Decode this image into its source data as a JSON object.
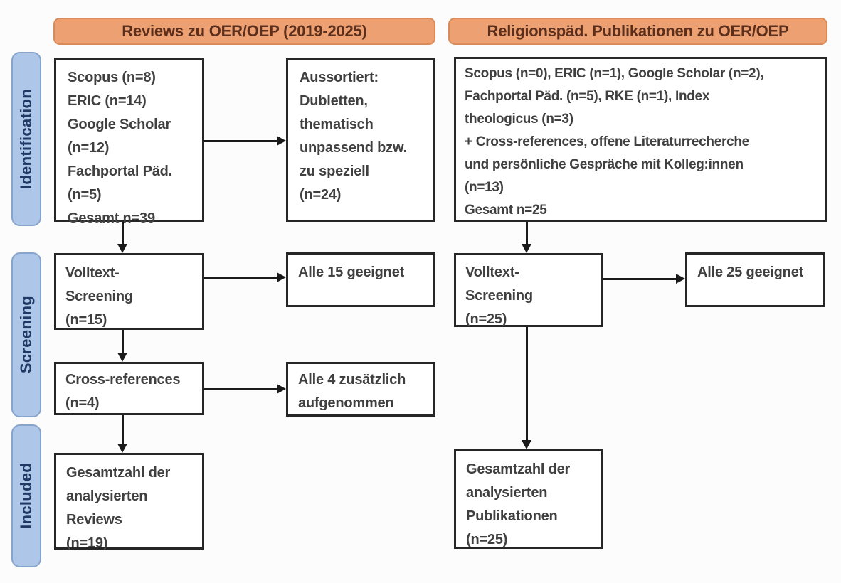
{
  "headers": {
    "left": "Reviews zu OER/OEP (2019-2025)",
    "right": "Religionspäd. Publikationen zu OER/OEP"
  },
  "stages": [
    "Identification",
    "Screening",
    "Included"
  ],
  "left_flow": {
    "sources": "Scopus (n=8)\nERIC (n=14)\nGoogle Scholar\n(n=12)\nFachportal Päd.\n(n=5)\nGesamt n=39",
    "excluded": "Aussortiert:\nDubletten,\nthematisch\nunpassend bzw.\nzu speziell\n(n=24)",
    "fulltext": "Volltext-\nScreening\n(n=15)",
    "fulltext_result": "Alle 15 geeignet",
    "crossref": "Cross-references\n(n=4)",
    "crossref_result": "Alle 4 zusätzlich\naufgenommen",
    "included": "Gesamtzahl der\nanalysierten\nReviews\n(n=19)"
  },
  "right_flow": {
    "sources": "Scopus (n=0), ERIC (n=1), Google Scholar (n=2),\nFachportal Päd. (n=5), RKE (n=1), Index\ntheologicus (n=3)\n+ Cross-references, offene Literaturrecherche\nund persönliche Gespräche mit Kolleg:innen\n(n=13)\nGesamt n=25",
    "fulltext": "Volltext-\nScreening\n(n=25)",
    "fulltext_result": "Alle 25 geeignet",
    "included": "Gesamtzahl der\nanalysierten\nPublikationen\n(n=25)"
  },
  "colors": {
    "background": "#fcfcfc",
    "header_fill": "#eda172",
    "header_border": "#d98a58",
    "header_text": "#5c2e1c",
    "stage_fill": "#aec6e8",
    "stage_border": "#87a4cc",
    "stage_text": "#1f3864",
    "box_border": "#262626",
    "box_text": "#404040",
    "arrow": "#1a1a1a"
  }
}
